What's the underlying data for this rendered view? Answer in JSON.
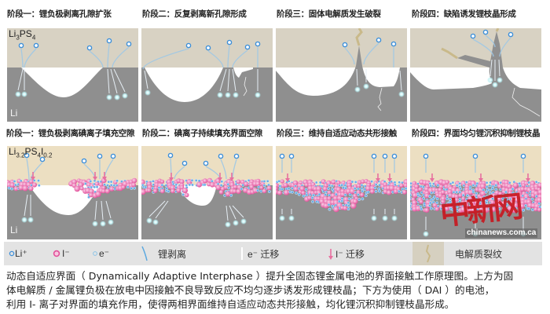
{
  "top_row": {
    "titles": [
      "阶段一：锂负极剥离孔隙扩张",
      "阶段二：反复剥离新孔隙形成",
      "阶段三：固体电解质发生破裂",
      "阶段四：缺陷诱发锂枝晶形成"
    ],
    "electrolyte_label": {
      "base": "Li",
      "s1": "3",
      "mid": "PS",
      "s2": "4"
    },
    "anode_label": "Li"
  },
  "bottom_row": {
    "titles": [
      "阶段一：锂负极剥离碘离子填充空隙",
      "阶段二：碘离子持续填充界面空隙",
      "阶段三：维持自适应动态共形接触",
      "阶段四：界面均匀锂沉积抑制锂枝晶"
    ],
    "electrolyte_label": {
      "base": "Li",
      "s1": "3.2",
      "mid": "PS",
      "s2": "4",
      "i": "I",
      "s3": "0.2"
    },
    "anode_label": "Li"
  },
  "legend": {
    "li_ion": "Li⁺",
    "iodide": "I⁻",
    "electron": "e⁻",
    "stripping": "锂剥离",
    "e_migration": "e⁻ 迁移",
    "i_migration": "I⁻ 迁移",
    "crack": "电解质裂纹"
  },
  "caption": [
    "动态自适应界面（ Dynamically Adaptive Interphase ）提升全固态锂金属电池的界面接触工作原理图。上方为固",
    "体电解质 / 金属锂负极在放电中因接触不良导致反应不均匀逐步诱发形成锂枝晶；下方为使用（ DAI ）的电池，",
    "利用 I- 离子对界面的填充作用，使得两相界面维持自适应动态共形接触，均化锂沉积抑制锂枝晶形成。"
  ],
  "watermark": {
    "logo": "中新网",
    "site": "chinanews.com.ca"
  },
  "colors": {
    "electrolyte_top": "#d8d2c3",
    "electrolyte_bottom": "#ecdfc2",
    "lithium": "#8f8f8f",
    "iodide": "#e2509a",
    "li_ion": "#3d8fd9",
    "crack": "#c9b98a"
  }
}
